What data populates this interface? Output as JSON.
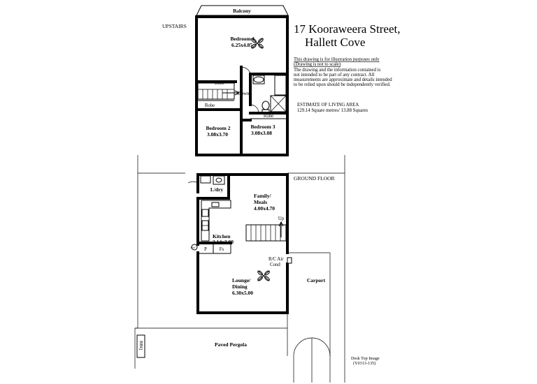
{
  "title": {
    "line1": "17 Kooraweera Street,",
    "line2": "Hallett Cove"
  },
  "disclaimer": {
    "line1": "This drawing is for illustration purposes only",
    "line2": "(Drawing is not to scale)",
    "line3": "The drawing and the information contained is",
    "line4": "not intended to be part of any contract.  All",
    "line5": "measurements are approximate and details intended",
    "line6": "to be relied upon should be independently verified."
  },
  "living_area": {
    "heading": "ESTIMATE OF LIVING AREA",
    "value": "129.14 Square metres/  13.88 Squares"
  },
  "levels": {
    "upstairs": "UPSTAIRS",
    "ground": "GROUND FLOOR"
  },
  "rooms": {
    "balcony": "Balcony",
    "bedroom1": {
      "name": "Bedroom 1",
      "size": "6.25x4.85"
    },
    "bedroom2": {
      "name": "Bedroom 2",
      "size": "3.08x3.70"
    },
    "bedroom3": {
      "name": "Bedroom 3",
      "size": "3.08x3.08"
    },
    "robe1": "Robe",
    "robe2": "Robe",
    "robe3": "Robe",
    "down": "Down",
    "ldry": "L/dry",
    "family": {
      "name": "Family/",
      "name2": "Meals",
      "size": "4.00x4.70"
    },
    "up": "Up",
    "kitchen": {
      "name": "Kitchen",
      "size": "2.14x3.80"
    },
    "pantry": "P",
    "fridge": "Fs",
    "rc_air": {
      "line1": "R/C Air",
      "line2": "Cond"
    },
    "lounge": {
      "name": "Lounge/",
      "name2": "Dining",
      "size": "6.30x5.00"
    },
    "carport": "Carport",
    "pergola": "Paved Pergola",
    "bbq": "BBQ",
    "hws": "HWS"
  },
  "footer": {
    "line1": "Desk Top Image",
    "line2": "(Y0313-135)"
  }
}
